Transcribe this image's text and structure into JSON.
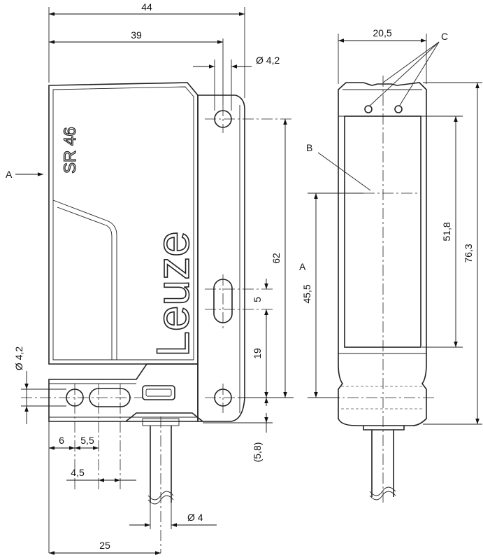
{
  "title": "Leuze SR 46 dimensioned drawing",
  "brand_text": "Leuze",
  "model_text": "SR 46",
  "view_labels": {
    "a_arrow": "A",
    "a_dim": "A",
    "b": "B",
    "c": "C"
  },
  "dimensions": {
    "overall_width": "44",
    "width_39": "39",
    "hole_dia_top": "Ø 4,2",
    "height_62": "62",
    "slot_5": "5",
    "height_19": "19",
    "cable_offset": "(5,8)",
    "hole_dia_side": "Ø 4,2",
    "dist_6": "6",
    "dist_5_5": "5,5",
    "dist_4_5": "4,5",
    "cable_dia": "Ø 4",
    "dist_25": "25",
    "front_width": "20,5",
    "front_height": "76,3",
    "window_height": "51,8",
    "axis_height": "45,5"
  }
}
